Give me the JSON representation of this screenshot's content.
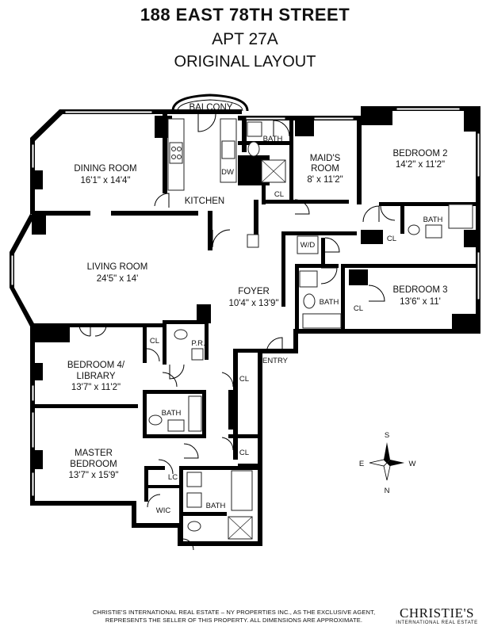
{
  "header": {
    "address": "188 EAST 78TH STREET",
    "unit": "APT 27A",
    "subtitle": "ORIGINAL LAYOUT"
  },
  "rooms": {
    "balcony": "BALCONY",
    "dining_name": "DINING ROOM",
    "dining_dims": "16'1\" x 14'4\"",
    "kitchen": "KITCHEN",
    "dw": "DW",
    "bath_maid": "BATH",
    "maids_name": "MAID'S",
    "maids_name2": "ROOM",
    "maids_dims": "8' x 11'2\"",
    "cl_maid": "CL",
    "bed2_name": "BEDROOM 2",
    "bed2_dims": "14'2\" x 11'2\"",
    "bath_bed2": "BATH",
    "cl_bed2": "CL",
    "wd": "W/D",
    "living_name": "LIVING ROOM",
    "living_dims": "24'5\" x 14'",
    "foyer_name": "FOYER",
    "foyer_dims": "10'4\" x 13'9\"",
    "bath_hall": "BATH",
    "cl_bed3": "CL",
    "bed3_name": "BEDROOM 3",
    "bed3_dims": "13'6\" x 11'",
    "cl_lib": "CL",
    "pr": "P.R.",
    "entry": "ENTRY",
    "lib_name1": "BEDROOM 4/",
    "lib_name2": "LIBRARY",
    "lib_dims": "13'7\" x 11'2\"",
    "cl_foyer1": "CL",
    "bath_lib": "BATH",
    "cl_foyer2": "CL",
    "master_name1": "MASTER",
    "master_name2": "BEDROOM",
    "master_dims": "13'7\" x 15'9\"",
    "lc": "LC",
    "wic": "WIC",
    "bath_master": "BATH"
  },
  "compass": {
    "s": "S",
    "e": "E",
    "w": "W",
    "n": "N"
  },
  "footer": {
    "line1": "CHRISTIE'S INTERNATIONAL REAL ESTATE – NY PROPERTIES INC., AS THE EXCLUSIVE AGENT,",
    "line2": "REPRESENTS THE SELLER OF THIS PROPERTY. ALL DIMENSIONS ARE APPROXIMATE."
  },
  "logo": {
    "name": "CHRISTIE'S",
    "tagline": "INTERNATIONAL REAL ESTATE"
  }
}
